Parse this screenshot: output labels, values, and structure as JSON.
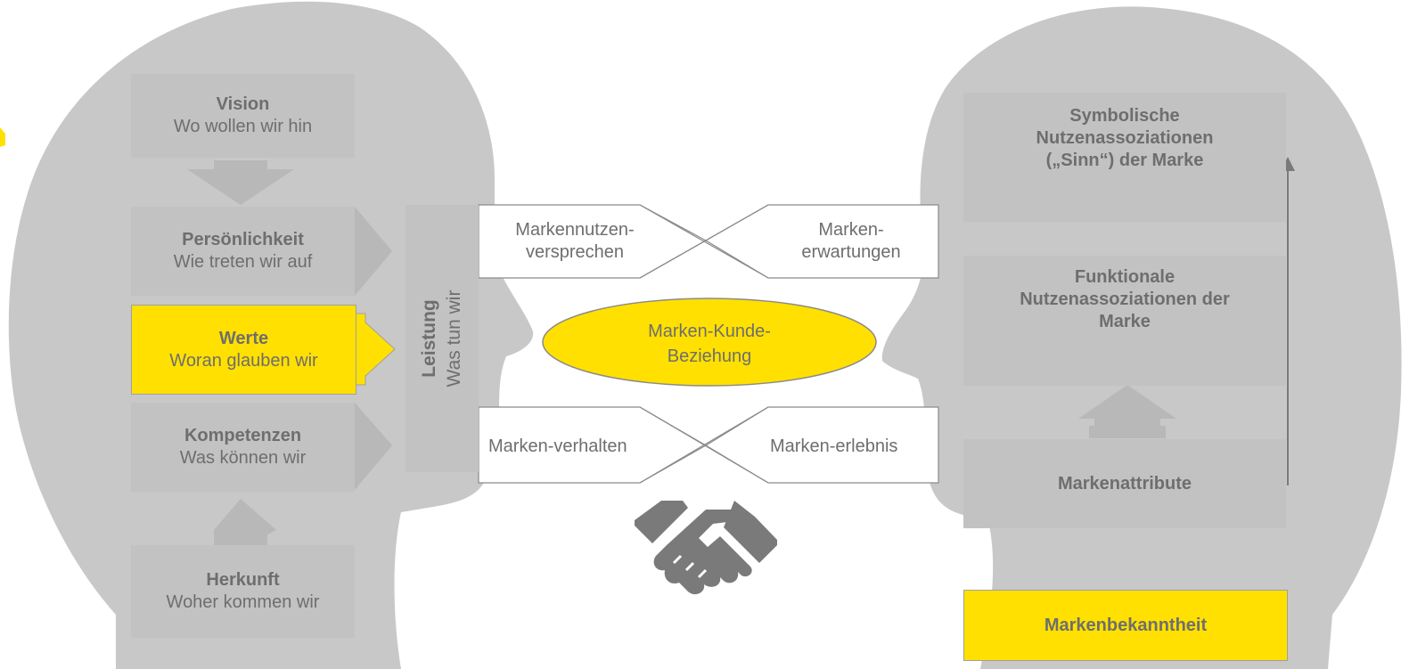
{
  "left_head": {
    "vision": {
      "title": "Vision",
      "sub": "Wo wollen wir hin"
    },
    "personality": {
      "title": "Persönlichkeit",
      "sub": "Wie treten wir auf"
    },
    "values": {
      "title": "Werte",
      "sub": "Woran glauben wir"
    },
    "competences": {
      "title": "Kompetenzen",
      "sub": "Was können wir"
    },
    "origin": {
      "title": "Herkunft",
      "sub": "Woher kommen wir"
    },
    "performance": {
      "title": "Leistung",
      "sub": "Was tun wir"
    }
  },
  "center": {
    "promise": "Markennutzen-\nversprechen",
    "expectations": "Marken-\nerwartungen",
    "relationship": "Marken-Kunde-\nBeziehung",
    "behavior": "Marken-verhalten",
    "experience": "Marken-erlebnis"
  },
  "right_head": {
    "symbolic": "Symbolische\nNutzenassoziationen\n(„Sinn“) der Marke",
    "functional": "Funktionale\nNutzenassoziationen der\nMarke",
    "attributes": "Markenattribute",
    "awareness": "Markenbekanntheit"
  },
  "colors": {
    "accent": "#ffe000",
    "head": "#c8c8c8",
    "box": "#c2c2c2",
    "text": "#6e6e6e",
    "icon": "#7a7a7a"
  },
  "icons": {
    "handshake": "handshake-icon"
  }
}
